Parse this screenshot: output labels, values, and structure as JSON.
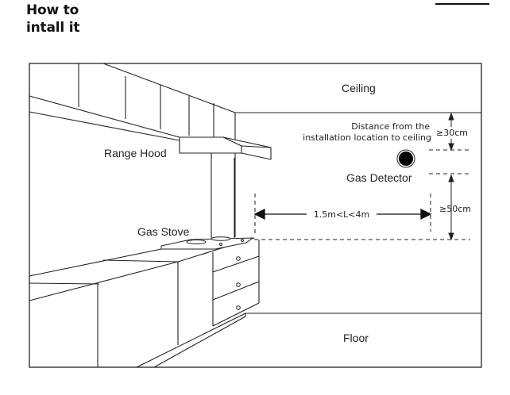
{
  "header": {
    "title_line1": "How to",
    "title_line2": "intall it"
  },
  "diagram": {
    "labels": {
      "ceiling": "Ceiling",
      "floor": "Floor",
      "range_hood": "Range Hood",
      "gas_stove": "Gas Stove",
      "gas_detector": "Gas Detector",
      "distance_line1": "Distance from the",
      "distance_line2": "installation location to ceiling",
      "ceiling_distance": "≥30cm",
      "stove_height": "≥50cm",
      "horizontal_distance": "1.5m<L<4m"
    },
    "colors": {
      "line": "#222222",
      "detector": "#000000"
    }
  }
}
